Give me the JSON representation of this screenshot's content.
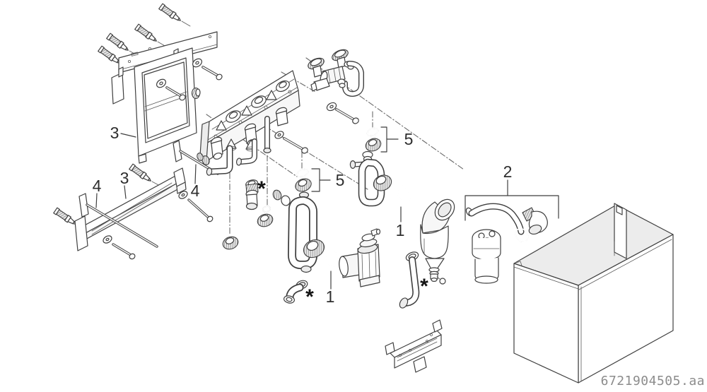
{
  "diagram": {
    "part_number": "6721904505.aa",
    "colors": {
      "background": "#ffffff",
      "line": "#3f3f3f",
      "label": "#2e2e2e",
      "part_number": "#8c8c8c",
      "fill_light": "#ececec"
    },
    "callouts": {
      "frame": {
        "label": "3"
      },
      "rod_left": {
        "label": "4"
      },
      "rail": {
        "label": "3"
      },
      "rod_right": {
        "label": "4"
      },
      "union_right": {
        "label": "5"
      },
      "union_center": {
        "label": "5"
      },
      "oring_right": {
        "label": "1"
      },
      "oring_center": {
        "label": "1"
      },
      "siphon_kit": {
        "label": "2"
      },
      "star_adapter": {
        "label": "*"
      },
      "star_elbow": {
        "label": "*"
      },
      "star_drain": {
        "label": "*"
      }
    }
  }
}
